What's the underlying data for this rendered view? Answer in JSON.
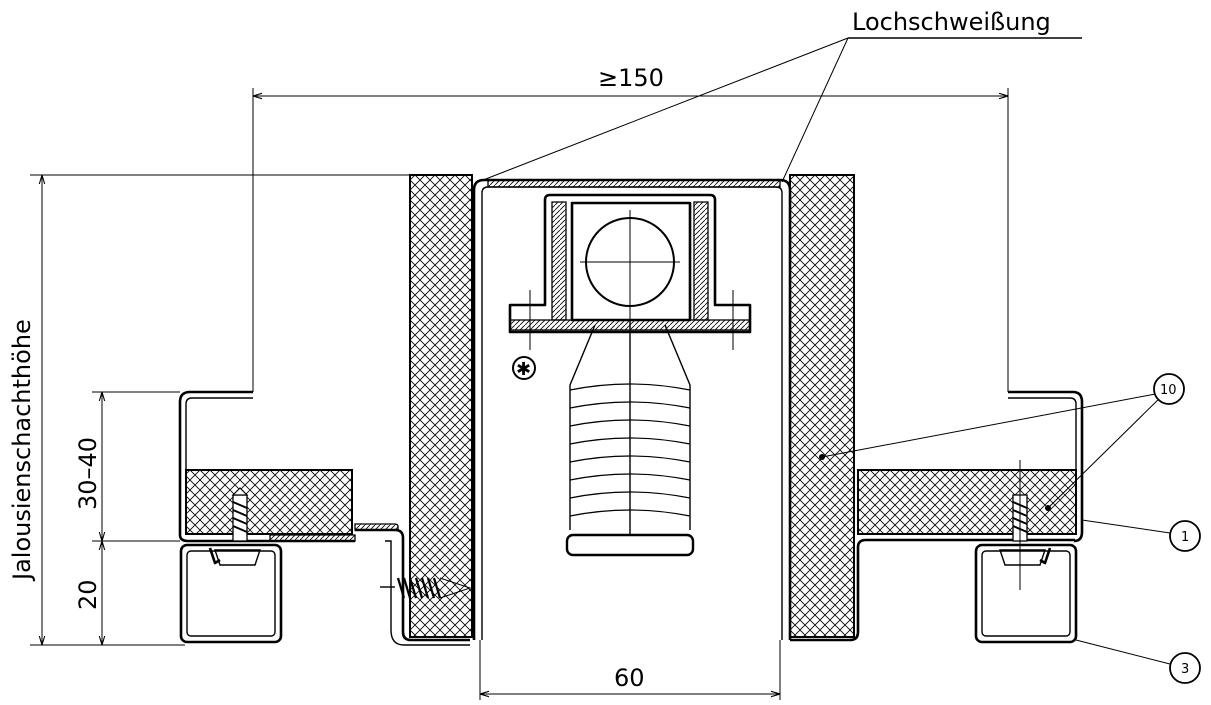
{
  "labels": {
    "weld": "Lochschweißung",
    "width_min": "≥150",
    "height_label": "Jalousienschachthöhe",
    "dim_30_40": "30–40",
    "dim_20": "20",
    "dim_60": "60",
    "marker_star": "✱"
  },
  "callouts": [
    {
      "id": "c10",
      "text": "10"
    },
    {
      "id": "c1",
      "text": "1"
    },
    {
      "id": "c3",
      "text": "3"
    }
  ]
}
